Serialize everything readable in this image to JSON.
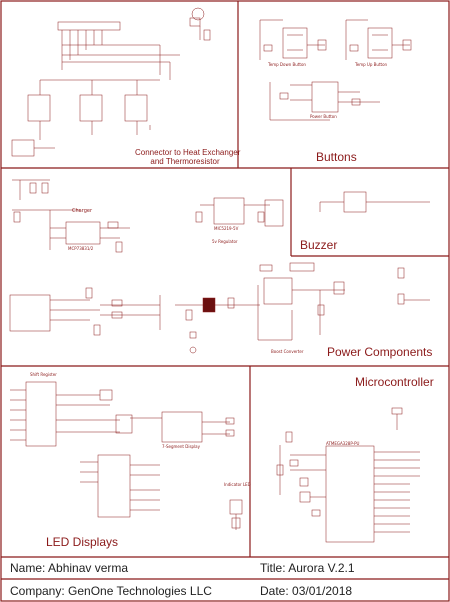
{
  "sections": {
    "connector": {
      "line1": "Connector to Heat Exchanger",
      "line2": "and Thermoresistor"
    },
    "buttons": "Buttons",
    "buzzer": "Buzzer",
    "power": "Power Components",
    "microcontroller": "Microcontroller",
    "led": "LED Displays"
  },
  "labels": {
    "temp_down": "Temp Down Button",
    "temp_up": "Temp Up Button",
    "power_button": "Power Button",
    "charger": "Charger",
    "charger_ic": "MCP73831/2",
    "regulator": "5v Regulator",
    "regulator_ic": "MIC5219-5V",
    "boost": "Boost Converter",
    "shift_register": "Shift Register",
    "seven_seg": "7-Segment Display",
    "indicator": "Indicator LED",
    "mcu_ic": "ATMEGA328P-PU"
  },
  "title_block": {
    "name": "Name: Abhinav verma",
    "title": "Title: Aurora V.2.1",
    "company": "Company: GenOne Technologies LLC",
    "date": "Date: 03/01/2018"
  }
}
